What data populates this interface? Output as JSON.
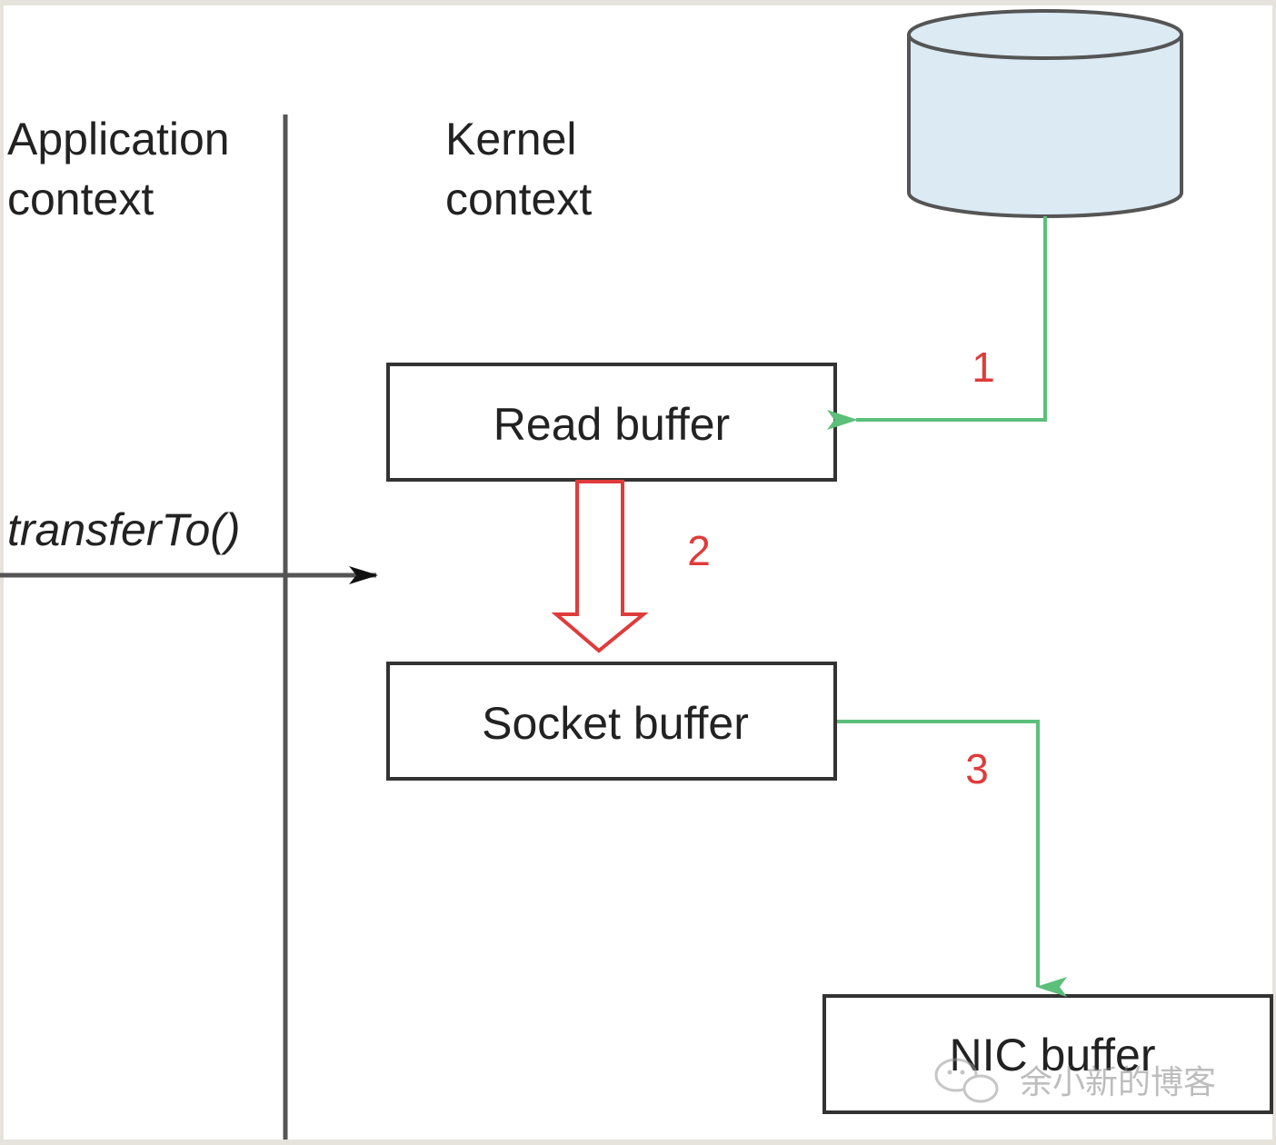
{
  "contexts": {
    "application": [
      "Application",
      "context"
    ],
    "kernel": [
      "Kernel",
      "context"
    ]
  },
  "call": "transferTo()",
  "buffers": {
    "read": "Read buffer",
    "socket": "Socket buffer",
    "nic": "NIC buffer"
  },
  "steps": [
    "1",
    "2",
    "3"
  ],
  "watermark": "余小新的博客",
  "colors": {
    "background_frame": "#e6e3dd",
    "line": "#555555",
    "green_arrow": "#5cbf7a",
    "red_arrow": "#e03b3b",
    "step_label": "#e03b3b",
    "disk_fill": "#dceaf4"
  },
  "icons": [
    "disk-cylinder-icon",
    "wechat-icon"
  ]
}
